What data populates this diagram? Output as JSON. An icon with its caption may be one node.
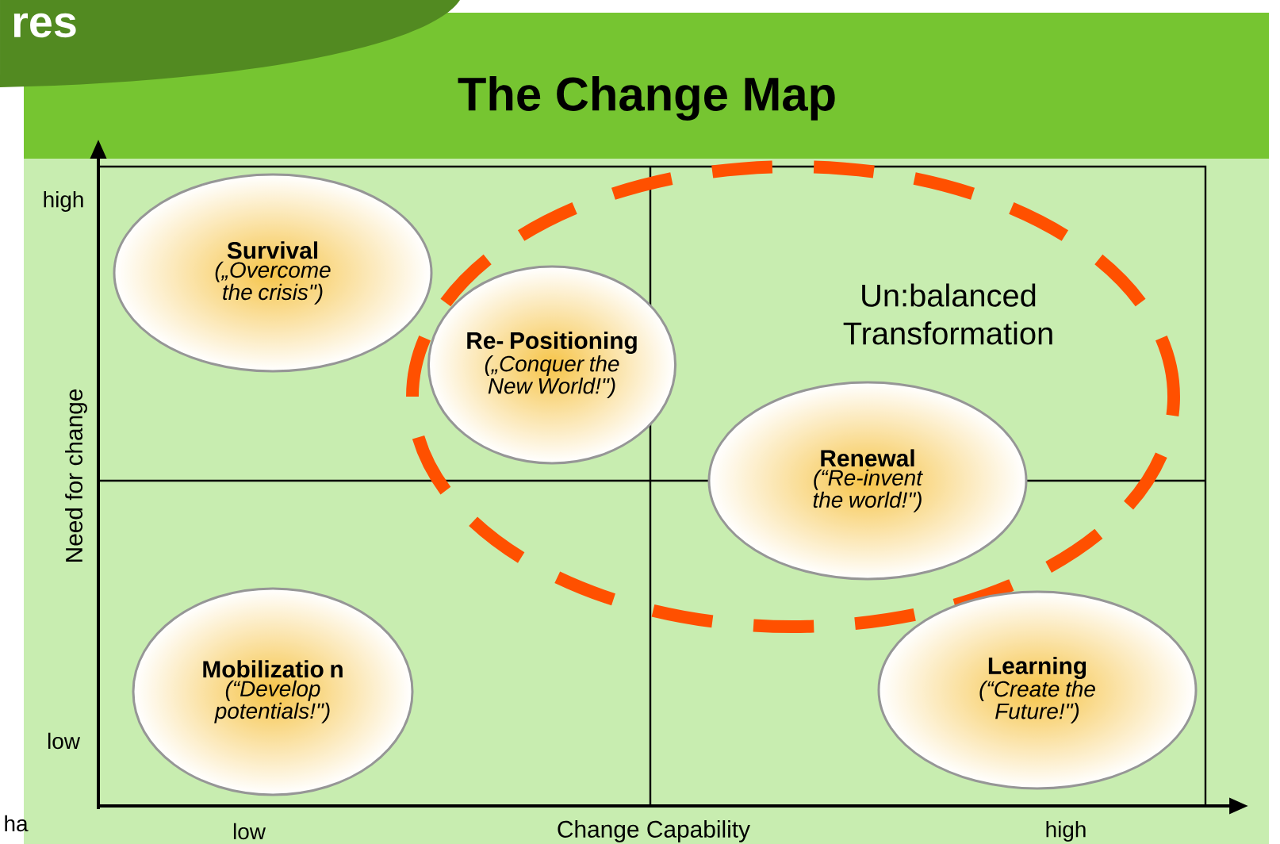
{
  "diagram": {
    "title": "The Change Map",
    "nodes": [
      {
        "text": [
          "Survival",
          "(„Overcome the crisis\")"
        ]
      },
      {
        "text": [
          "Re- Positioning",
          "(„Conquer the New World!\")"
        ],
        "in": 2
      },
      {
        "text": [
          "Un:balanced Transformation"
        ]
      },
      {
        "text": [
          "Renewal",
          "(“Re-invent the world!\")"
        ],
        "in": 2
      },
      {
        "text": [
          "Mobilizatio n",
          "(“Develop potentials!\")"
        ]
      },
      {
        "text": [
          "Learning",
          "(“Create the Future!\")"
        ]
      }
    ],
    "labels": [
      "res",
      "high",
      "low",
      "Need for change",
      "ha",
      "low",
      "Change Capability",
      "high"
    ]
  }
}
